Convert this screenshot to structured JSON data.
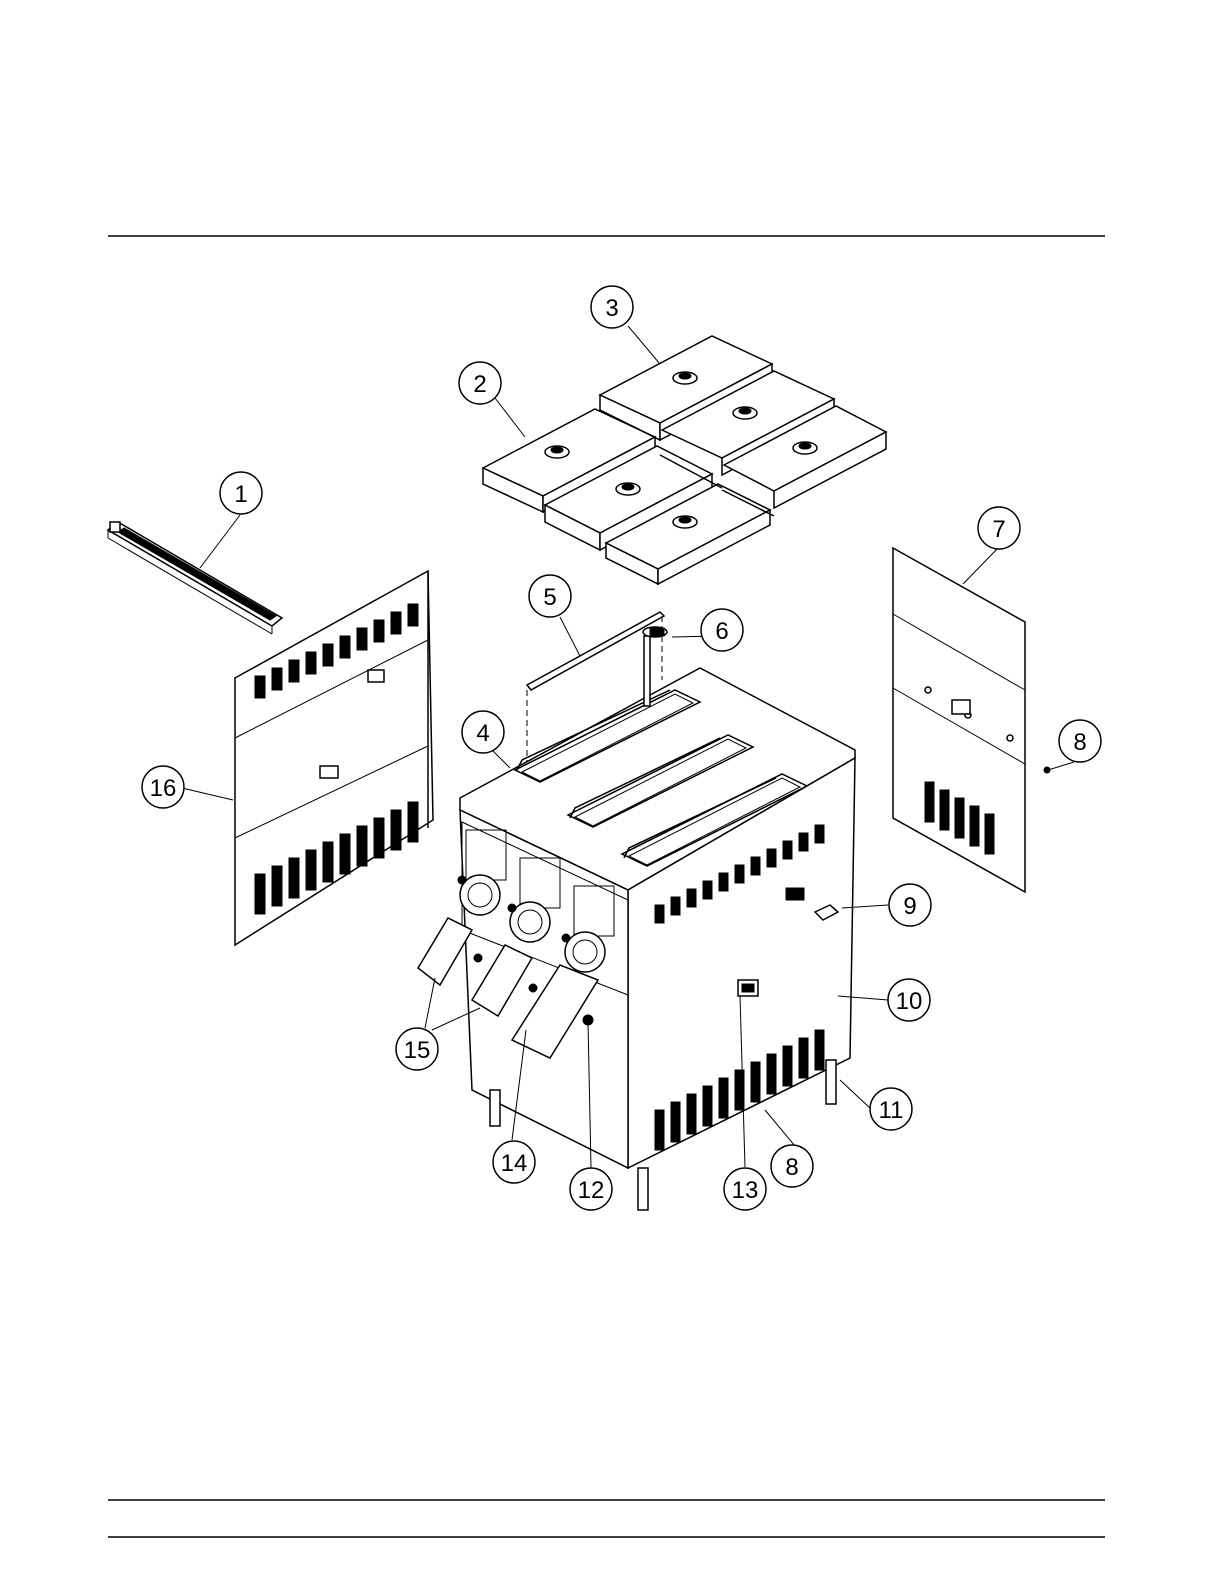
{
  "colors": {
    "line": "#000000",
    "background": "#ffffff"
  },
  "callouts": [
    {
      "id": "c1",
      "label": "1",
      "part": "top-bracket-icon"
    },
    {
      "id": "c2",
      "label": "2",
      "part": "hopper-cover-icon"
    },
    {
      "id": "c3",
      "label": "3",
      "part": "hopper-cover-icon"
    },
    {
      "id": "c4",
      "label": "4",
      "part": "agitator-icon"
    },
    {
      "id": "c5",
      "label": "5",
      "part": "rear-cover-plate-icon"
    },
    {
      "id": "c6",
      "label": "6",
      "part": "tube-icon"
    },
    {
      "id": "c7",
      "label": "7",
      "part": "side-panel-icon"
    },
    {
      "id": "c8a",
      "label": "8",
      "part": "screw-icon"
    },
    {
      "id": "c9",
      "label": "9",
      "part": "plate-icon"
    },
    {
      "id": "c10",
      "label": "10",
      "part": "cabinet-panel-icon"
    },
    {
      "id": "c11",
      "label": "11",
      "part": "leg-icon"
    },
    {
      "id": "c12",
      "label": "12",
      "part": "knob-icon"
    },
    {
      "id": "c13",
      "label": "13",
      "part": "switch-icon"
    },
    {
      "id": "c14",
      "label": "14",
      "part": "drip-tray-icon"
    },
    {
      "id": "c15",
      "label": "15",
      "part": "drip-tray-icon"
    },
    {
      "id": "c16",
      "label": "16",
      "part": "side-panel-icon"
    },
    {
      "id": "c8b",
      "label": "8",
      "part": "screw-icon"
    }
  ]
}
